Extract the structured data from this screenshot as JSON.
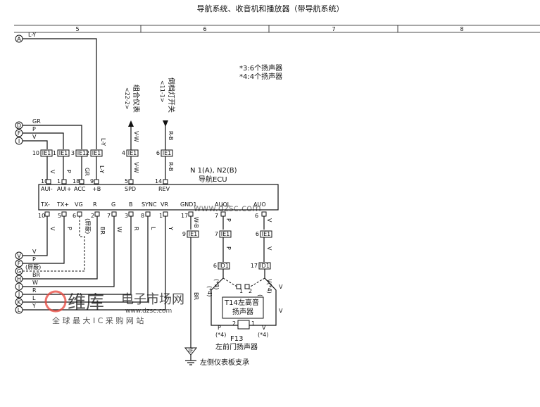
{
  "title": "导航系统、收音机和播放器（带导航系统）",
  "grid_numbers": [
    "5",
    "6",
    "7",
    "8"
  ],
  "notes": [
    "*3:6个扬声器",
    "*4:4个扬声器"
  ],
  "ecu": {
    "name": "导航ECU",
    "code": "N 1(A), N2(B)",
    "top_pins": [
      {
        "num": "10",
        "conn": "B",
        "label": "AUI-",
        "wire": "V"
      },
      {
        "num": "1",
        "conn": "B",
        "label": "AUI+",
        "wire": "P"
      },
      {
        "num": "18",
        "conn": "B",
        "label": "ACC",
        "wire": "GR"
      },
      {
        "num": "9",
        "conn": "B",
        "label": "+B",
        "wire": "L-Y"
      },
      {
        "num": "5",
        "conn": "B",
        "label": "SPD",
        "wire": "V-W"
      },
      {
        "num": "14",
        "conn": "B",
        "label": "REV",
        "wire": "R-B"
      }
    ],
    "bottom_pins": [
      {
        "num": "10",
        "conn": "A",
        "label": "TX-",
        "wire": "V"
      },
      {
        "num": "5",
        "conn": "A",
        "label": "TX+",
        "wire": "P"
      },
      {
        "num": "6",
        "conn": "A",
        "label": "VG",
        "wire": "(屏蔽)"
      },
      {
        "num": "2",
        "conn": "A",
        "label": "R",
        "wire": "BR"
      },
      {
        "num": "7",
        "conn": "A",
        "label": "G",
        "wire": "W"
      },
      {
        "num": "3",
        "conn": "A",
        "label": "B",
        "wire": "R"
      },
      {
        "num": "8",
        "conn": "A",
        "label": "SYNC",
        "wire": "L"
      },
      {
        "num": "1",
        "conn": "A",
        "label": "VR",
        "wire": "Y"
      },
      {
        "num": "17",
        "conn": "B",
        "label": "GND1",
        "wire": "W-B"
      },
      {
        "num": "7",
        "conn": "B",
        "label": "AUOL",
        "wire": "P"
      },
      {
        "num": "6",
        "conn": "B",
        "label": "AUO",
        "wire": "V"
      }
    ]
  },
  "connector_ie1_tags": [
    "10",
    "1",
    "3",
    "2",
    "4",
    "6",
    "9",
    "7",
    "6"
  ],
  "connector_label": "IE1",
  "id1_label": "ID1",
  "top_left_wire": {
    "letter": "A",
    "color": "L-Y"
  },
  "left_inputs": [
    {
      "letter": "D",
      "color": "GR"
    },
    {
      "letter": "F",
      "color": "P"
    },
    {
      "letter": "I",
      "color": "V"
    }
  ],
  "left_outputs": [
    {
      "letter": "V",
      "color": "V"
    },
    {
      "letter": "F",
      "color": "P"
    },
    {
      "letter": "G",
      "color": "(屏蔽)"
    },
    {
      "letter": "H",
      "color": "BR"
    },
    {
      "letter": "I",
      "color": "W"
    },
    {
      "letter": "J",
      "color": "R"
    },
    {
      "letter": "K",
      "color": "L"
    },
    {
      "letter": "L",
      "color": "Y"
    }
  ],
  "combo_meter": "组合仪表",
  "combo_ref": "<22-2>",
  "backup_switch": "倒档灯开关",
  "backup_ref": "<11-1>",
  "ground_label": "左侧仪表板支承",
  "ground_id": "IF",
  "ground_wire": "BR",
  "tweeter": {
    "code": "T14",
    "name_line1": "左高音",
    "name_line2": "扬声器"
  },
  "door_speaker": {
    "code": "F13",
    "name": "左前门扬声器"
  },
  "speaker_pins": [
    "1",
    "2",
    "2",
    "1"
  ],
  "star3": "(*3)",
  "star4": "(*4)",
  "mid_wire_labels": {
    "p": "P",
    "v": "V",
    "vstar": "V(*4)",
    "pstar": "(*4)"
  },
  "watermark": {
    "brand": "维库",
    "brand_rest": "电子市场网",
    "url": "www.dzsc.com",
    "slogan": "全 球 最 大 I C 采 购 网 站",
    "faded": "www.dzsc.com"
  },
  "colors": {
    "line": "#111111",
    "watermark": "#e8443a"
  }
}
